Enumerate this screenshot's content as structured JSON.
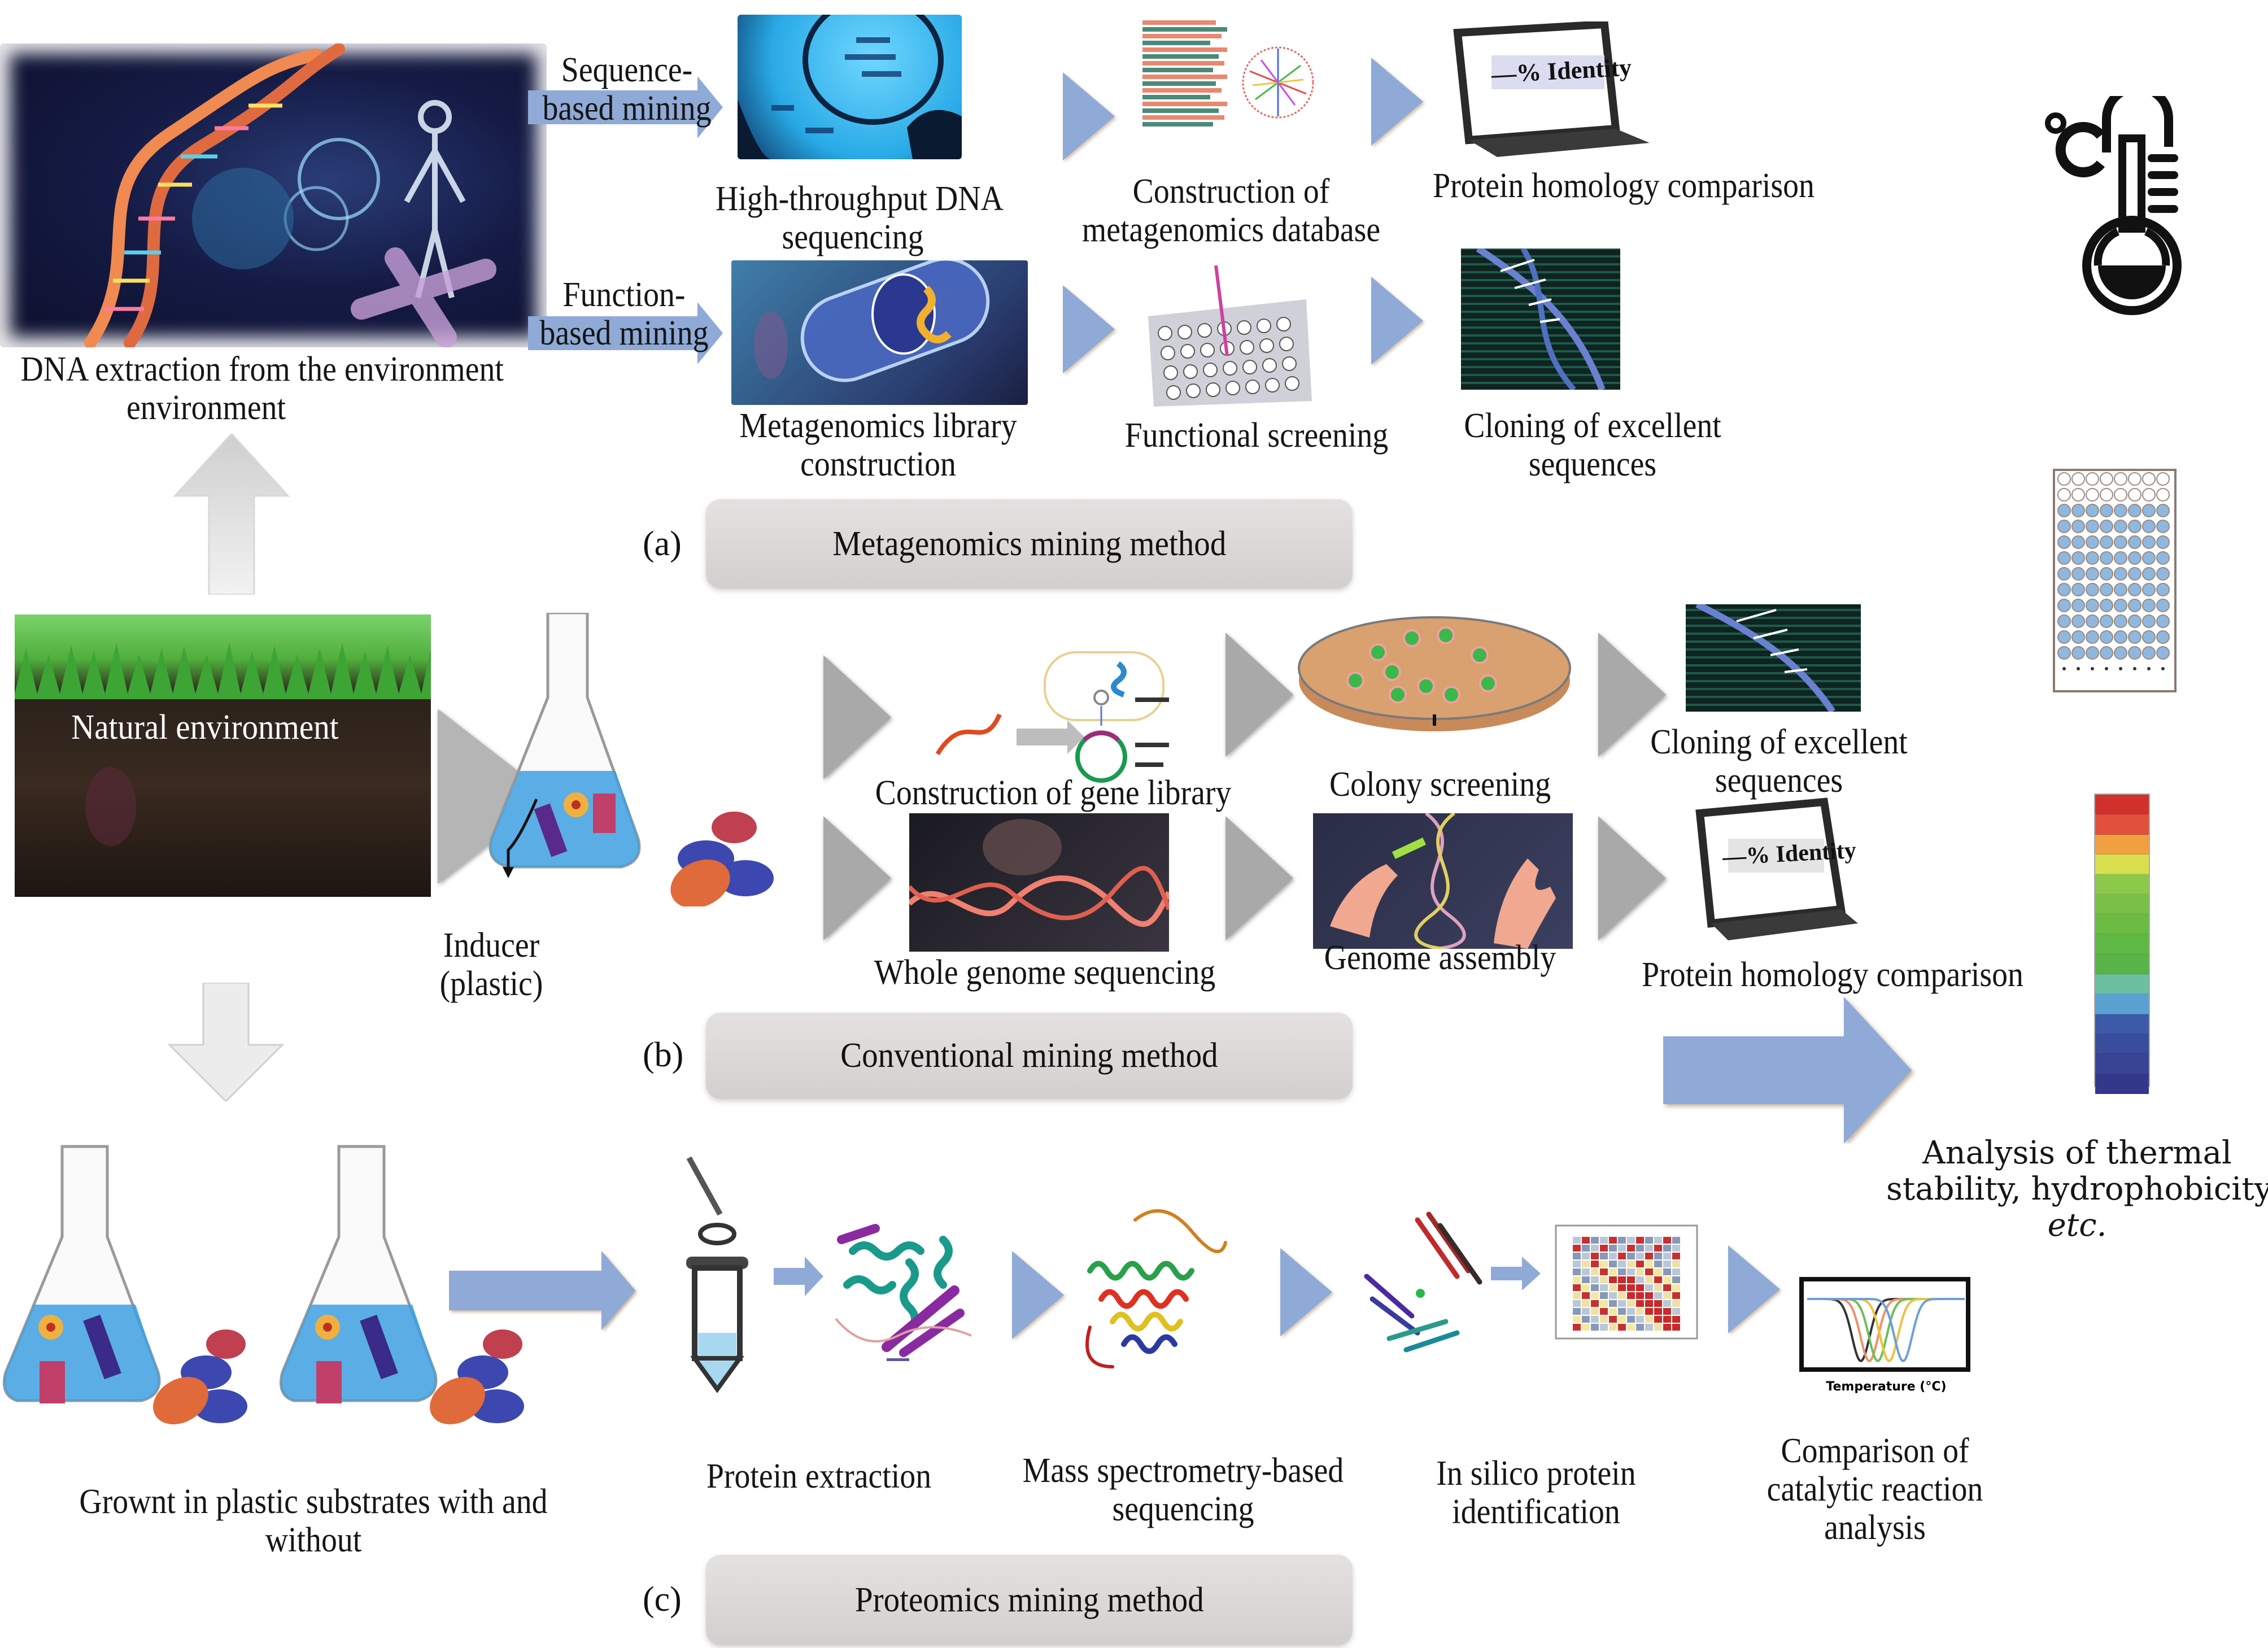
{
  "figure": {
    "panels": {
      "a": {
        "tag": "(a)",
        "title": "Metagenomics mining method"
      },
      "b": {
        "tag": "(b)",
        "title": "Conventional mining method"
      },
      "c": {
        "tag": "(c)",
        "title": "Proteomics mining method"
      }
    },
    "source": {
      "dna_extraction": "DNA extraction from the environment",
      "natural_environment": "Natural environment",
      "inducer_line1": "Inducer",
      "inducer_line2": "(plastic)",
      "grown_line1": "Grownt in plastic substrates with and",
      "grown_line2": "without"
    },
    "metagenomics": {
      "sequence_branch": {
        "line1": "Sequence-",
        "line2": "based mining"
      },
      "function_branch": {
        "line1": "Function-",
        "line2": "based mining"
      },
      "sequence_steps": [
        {
          "line1": "High-throughput DNA",
          "line2": "sequencing"
        },
        {
          "line1": "Construction of",
          "line2": "metagenomics database"
        },
        {
          "line1": "Protein homology comparison",
          "line2": ""
        }
      ],
      "function_steps": [
        {
          "line1": "Metagenomics library",
          "line2": "construction"
        },
        {
          "line1": "Functional screening",
          "line2": ""
        },
        {
          "line1": "Cloning of excellent",
          "line2": "sequences"
        }
      ],
      "identity_text": "—% Identity"
    },
    "conventional": {
      "row1_steps": [
        {
          "line1": "Construction of gene library",
          "line2": ""
        },
        {
          "line1": "Colony screening",
          "line2": ""
        },
        {
          "line1": "Cloning of excellent",
          "line2": "sequences"
        }
      ],
      "row2_steps": [
        {
          "line1": "Whole genome sequencing",
          "line2": ""
        },
        {
          "line1": "Genome assembly",
          "line2": ""
        },
        {
          "line1": "Protein homology comparison",
          "line2": ""
        }
      ],
      "identity_text": "—% Identity"
    },
    "proteomics": {
      "steps": [
        {
          "line1": "Protein extraction",
          "line2": "",
          "line3": ""
        },
        {
          "line1": "Mass spectrometry-based",
          "line2": "sequencing",
          "line3": ""
        },
        {
          "line1": "In silico protein",
          "line2": "identification",
          "line3": ""
        },
        {
          "line1": "Comparison of",
          "line2": "catalytic reaction",
          "line3": "analysis"
        }
      ],
      "melt_curve_xlabel": "Temperature (°C)"
    },
    "analysis": {
      "line1": "Analysis of thermal",
      "line2": "stability, hydrophobicity,",
      "line3": "etc."
    },
    "icons": [
      "dna-helix-image",
      "sequencing-image",
      "database-image",
      "tablet-identity-icon",
      "bacteria-library-image",
      "well-plate-screening-image",
      "dna-code-image",
      "thermometer-celsius-icon",
      "96-well-plate-icon",
      "soil-grass-image",
      "erlenmeyer-flask-icon",
      "plastic-discs-icon",
      "plasmid-diagram",
      "petri-dish-icon",
      "genome-sequencing-image",
      "genome-assembly-image",
      "color-scale-bar",
      "spin-column-icon",
      "protein-structure-image",
      "heatmap-icon",
      "melting-curve-chart"
    ],
    "colors": {
      "arrow_blue": "#8faad6",
      "arrow_gray": "#a9a9a9",
      "panel_gray": "#d9d5d4",
      "color_scale": [
        "#d0312d",
        "#e0503a",
        "#f0a040",
        "#d8e050",
        "#8cc84a",
        "#78c048",
        "#6cbc44",
        "#60b844",
        "#58b448",
        "#6cc0a0",
        "#5aa0d0",
        "#3c5aa8",
        "#3a4c9c",
        "#3a4494",
        "#34388c"
      ]
    }
  }
}
